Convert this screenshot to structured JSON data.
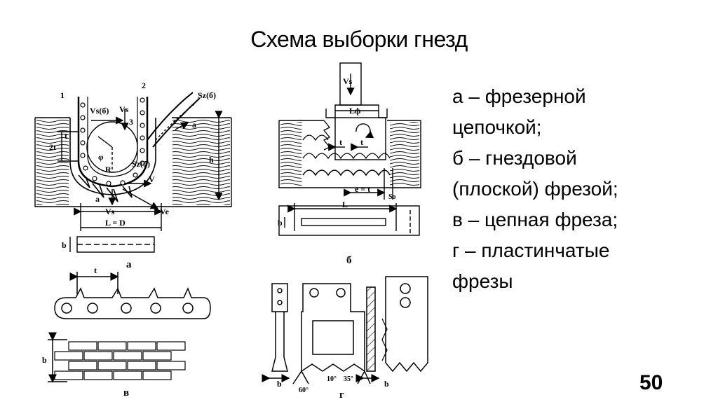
{
  "slide": {
    "title": "Схема выборки гнезд",
    "page_number": "50"
  },
  "legend": {
    "items": [
      "а – фрезерной",
      "цепочкой;",
      "б – гнездовой",
      "(плоской) фрезой;",
      "в – цепная фреза;",
      "г – пластинчатые",
      "фрезы"
    ]
  },
  "figure_a": {
    "caption": "а",
    "labels": {
      "n1": "1",
      "n2": "2",
      "n3": "3",
      "vs6": "Vs(б)",
      "vs": "Vs",
      "sz6": "Sz(б)",
      "a1": "a",
      "two_t": "2t",
      "t": "t",
      "phi": "φ",
      "r": "R",
      "sz6b": "Sz(б)",
      "h": "h",
      "v": "V",
      "a2": "a",
      "vs2": "Vs",
      "ve": "Ve",
      "ld": "L = D",
      "b": "b"
    }
  },
  "figure_b": {
    "caption": "б",
    "labels": {
      "vs": "Vs",
      "lf": "Lф",
      "t1": "t",
      "t2": "t",
      "et": "e = t",
      "so": "So",
      "l": "L",
      "b": "b"
    }
  },
  "figure_v": {
    "caption": "в",
    "labels": {
      "t": "t",
      "b": "b"
    }
  },
  "figure_g": {
    "caption": "г",
    "labels": {
      "b1": "b",
      "b2": "b",
      "a60": "60°",
      "a10": "10°",
      "a35": "35°"
    }
  }
}
